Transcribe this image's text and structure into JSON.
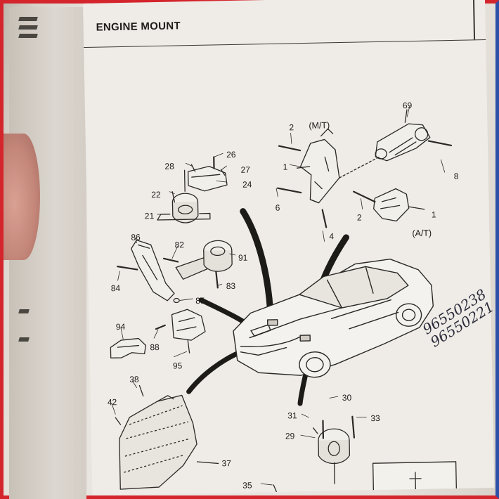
{
  "header": {
    "title": "ENGINE MOUNT"
  },
  "callouts": {
    "mt": "(M/T)",
    "at": "(A/T)",
    "n69": "69",
    "n2a": "2",
    "n1a": "1",
    "n6": "6",
    "n4": "4",
    "n8": "8",
    "n2b": "2",
    "n1b": "1",
    "n26": "26",
    "n28": "28",
    "n27": "27",
    "n24": "24",
    "n22": "22",
    "n21": "21",
    "n86": "86",
    "n82": "82",
    "n91": "91",
    "n84": "84",
    "n83": "83",
    "n85": "85",
    "n94": "94",
    "n88": "88",
    "n95": "95",
    "n38": "38",
    "n42": "42",
    "n37": "37",
    "n30": "30",
    "n31": "31",
    "n33": "33",
    "n29": "29",
    "n35": "35"
  },
  "handwriting": {
    "line1": "96550238",
    "line2": "96550221"
  },
  "colors": {
    "frame_red": "#d4242c",
    "frame_blue": "#2c4fa8",
    "paper": "#efece7",
    "ink": "#1d1b18"
  }
}
